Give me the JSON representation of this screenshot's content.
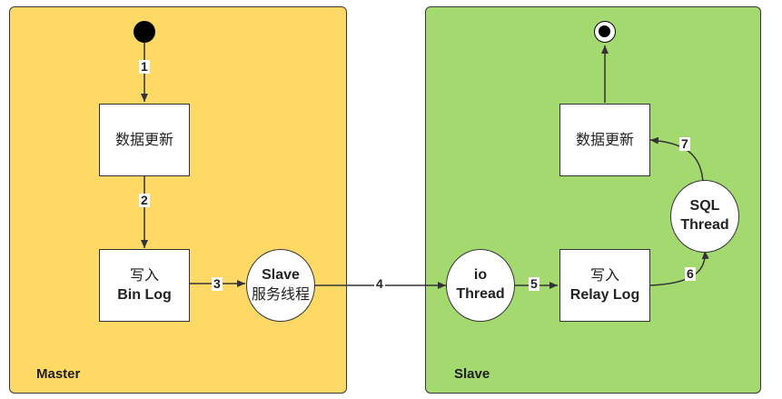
{
  "colors": {
    "master_lane": "#FFD966",
    "slave_lane": "#A4D96F",
    "stroke": "#333333"
  },
  "lanes": {
    "master": {
      "title": "Master"
    },
    "slave": {
      "title": "Slave"
    }
  },
  "nodes": {
    "master_update": {
      "line1": "数据更新"
    },
    "bin_log": {
      "line1": "写入",
      "line2": "Bin Log"
    },
    "slave_service": {
      "line1": "Slave",
      "line2": "服务线程"
    },
    "io_thread": {
      "line1": "io",
      "line2": "Thread"
    },
    "relay_log": {
      "line1": "写入",
      "line2": "Relay Log"
    },
    "sql_thread": {
      "line1": "SQL",
      "line2": "Thread"
    },
    "slave_update": {
      "line1": "数据更新"
    }
  },
  "edges": [
    "1",
    "2",
    "3",
    "4",
    "5",
    "6",
    "7"
  ]
}
